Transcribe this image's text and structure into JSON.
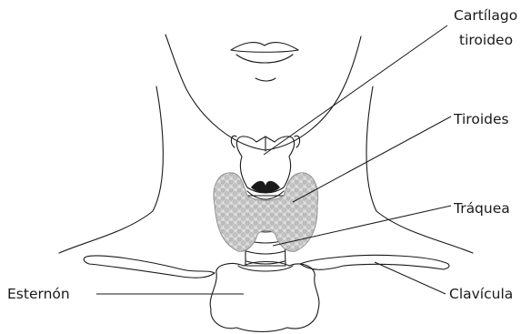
{
  "labels": {
    "cartilago_line1": "Cartílago",
    "cartilago_line2": "tiroideo",
    "tiroides": "Tiroides",
    "traquea": "Tráquea",
    "esternon": "Esternón",
    "clavicula": "Clavícula"
  },
  "colors": {
    "line": "#1a1a1a",
    "gland_fill": "#cfcfcf",
    "gland_speckle": "#a9a9a9",
    "bone_shade": "#d6d6d6",
    "background": "#ffffff"
  }
}
